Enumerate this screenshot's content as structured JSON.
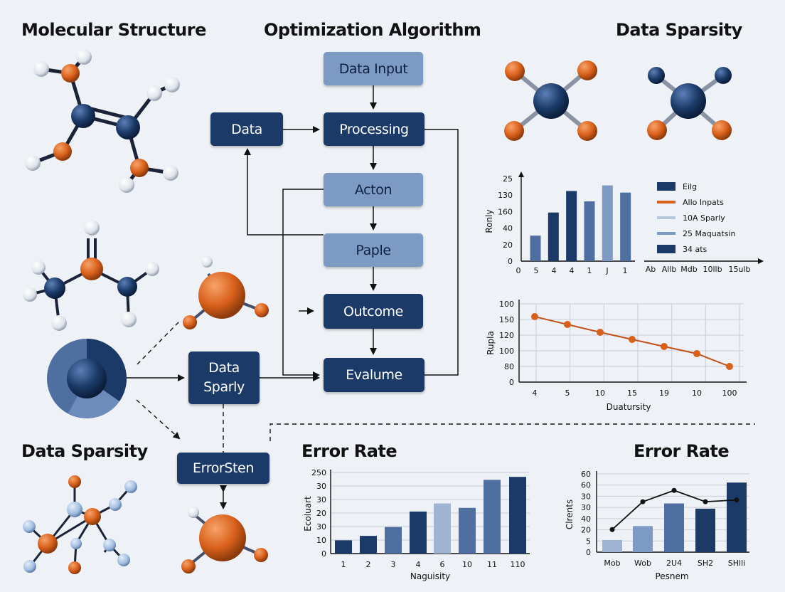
{
  "headings": {
    "molecular": "Molecular Structure",
    "optimization": "Optimization Algorithm",
    "sparsity_top": "Data Sparsity",
    "sparsity_left": "Data Sparsity",
    "error_rate_mid": "Error Rate",
    "error_rate_right": "Error Rate"
  },
  "flow": {
    "data_input": "Data Input",
    "data": "Data",
    "processing": "Processing",
    "acton": "Acton",
    "paple": "Paple",
    "outcome": "Outcome",
    "evalume": "Evalume",
    "data_sparly_1": "Data",
    "data_sparly_2": "Sparly",
    "errorsten": "ErrorSten"
  },
  "colors": {
    "navy": "#1b3a68",
    "mid_blue": "#4f6fa0",
    "light_blue": "#7d9ac4",
    "orange": "#d9601b",
    "white_atom": "#e9ecf1"
  },
  "chart_data": [
    {
      "id": "sparsity-bar",
      "type": "bar",
      "ylabel": "Ronly",
      "y_tick_labels": [
        "25",
        "130",
        "160",
        "40",
        "20",
        "0"
      ],
      "x_tick_labels": [
        "0",
        "5",
        "4",
        "4",
        "1",
        "J",
        "1"
      ],
      "values": [
        32,
        61,
        88,
        75,
        95,
        86
      ],
      "bar_colors": [
        "#4f6fa0",
        "#1b3a68",
        "#1b3a68",
        "#4f6fa0",
        "#7d9ac4",
        "#4f6fa0"
      ],
      "ylim": [
        0,
        100
      ],
      "legend": [
        {
          "label": "Eilg",
          "color": "#1b3a68",
          "kind": "box"
        },
        {
          "label": "Allo Inpats",
          "color": "#d9601b",
          "kind": "line"
        },
        {
          "label": "10A Sparly",
          "color": "#b7c6da",
          "kind": "line"
        },
        {
          "label": "25 Maquatsin",
          "color": "#7d9ac4",
          "kind": "line"
        },
        {
          "label": "34 ats",
          "color": "#1b3a68",
          "kind": "box"
        }
      ],
      "legend_axis_labels": [
        "Ab",
        "Allb",
        "Mdb",
        "10llb",
        "15ulb"
      ]
    },
    {
      "id": "duaturity-line",
      "type": "line",
      "xlabel": "Duatursity",
      "ylabel": "Rupla",
      "y_tick_labels": [
        "100",
        "150",
        "120",
        "100",
        "80",
        "0"
      ],
      "x_tick_labels": [
        "4",
        "5",
        "10",
        "15",
        "19",
        "10",
        "100"
      ],
      "values": [
        92,
        81,
        70,
        60,
        50,
        40,
        22
      ],
      "ylim": [
        0,
        110
      ],
      "grid": true,
      "color": "#c2511b"
    },
    {
      "id": "error-rate-bar",
      "type": "bar",
      "title": "Error Rate",
      "xlabel": "Naguisity",
      "ylabel": "Ecoluart",
      "y_tick_labels": [
        "250",
        "30",
        "30",
        "20",
        "30",
        "10",
        "0"
      ],
      "x_tick_labels": [
        "1",
        "2",
        "3",
        "4",
        "6",
        "10",
        "11",
        "110"
      ],
      "values": [
        18,
        24,
        36,
        57,
        68,
        62,
        100,
        104
      ],
      "bar_colors": [
        "#1b3a68",
        "#1b3a68",
        "#4f6fa0",
        "#1b3a68",
        "#9fb4d3",
        "#4f6fa0",
        "#4f6fa0",
        "#1b3a68"
      ],
      "ylim": [
        0,
        110
      ],
      "grid": true
    },
    {
      "id": "error-rate-combo",
      "type": "bar",
      "title": "Error Rate",
      "xlabel": "Pesnem",
      "ylabel": "Clrents",
      "y_tick_labels": [
        "60",
        "60",
        "30",
        "30",
        "40",
        "20",
        "5",
        "0"
      ],
      "x_tick_labels": [
        "Mob",
        "Wob",
        "2U4",
        "SH2",
        "SHlli"
      ],
      "values": [
        14,
        30,
        56,
        50,
        80
      ],
      "bar_colors": [
        "#9fb4d3",
        "#7d9ac4",
        "#4f6fa0",
        "#1b3a68",
        "#1b3a68"
      ],
      "line_values": [
        26,
        58,
        71,
        58,
        60
      ],
      "ylim": [
        0,
        90
      ],
      "grid": true
    }
  ]
}
